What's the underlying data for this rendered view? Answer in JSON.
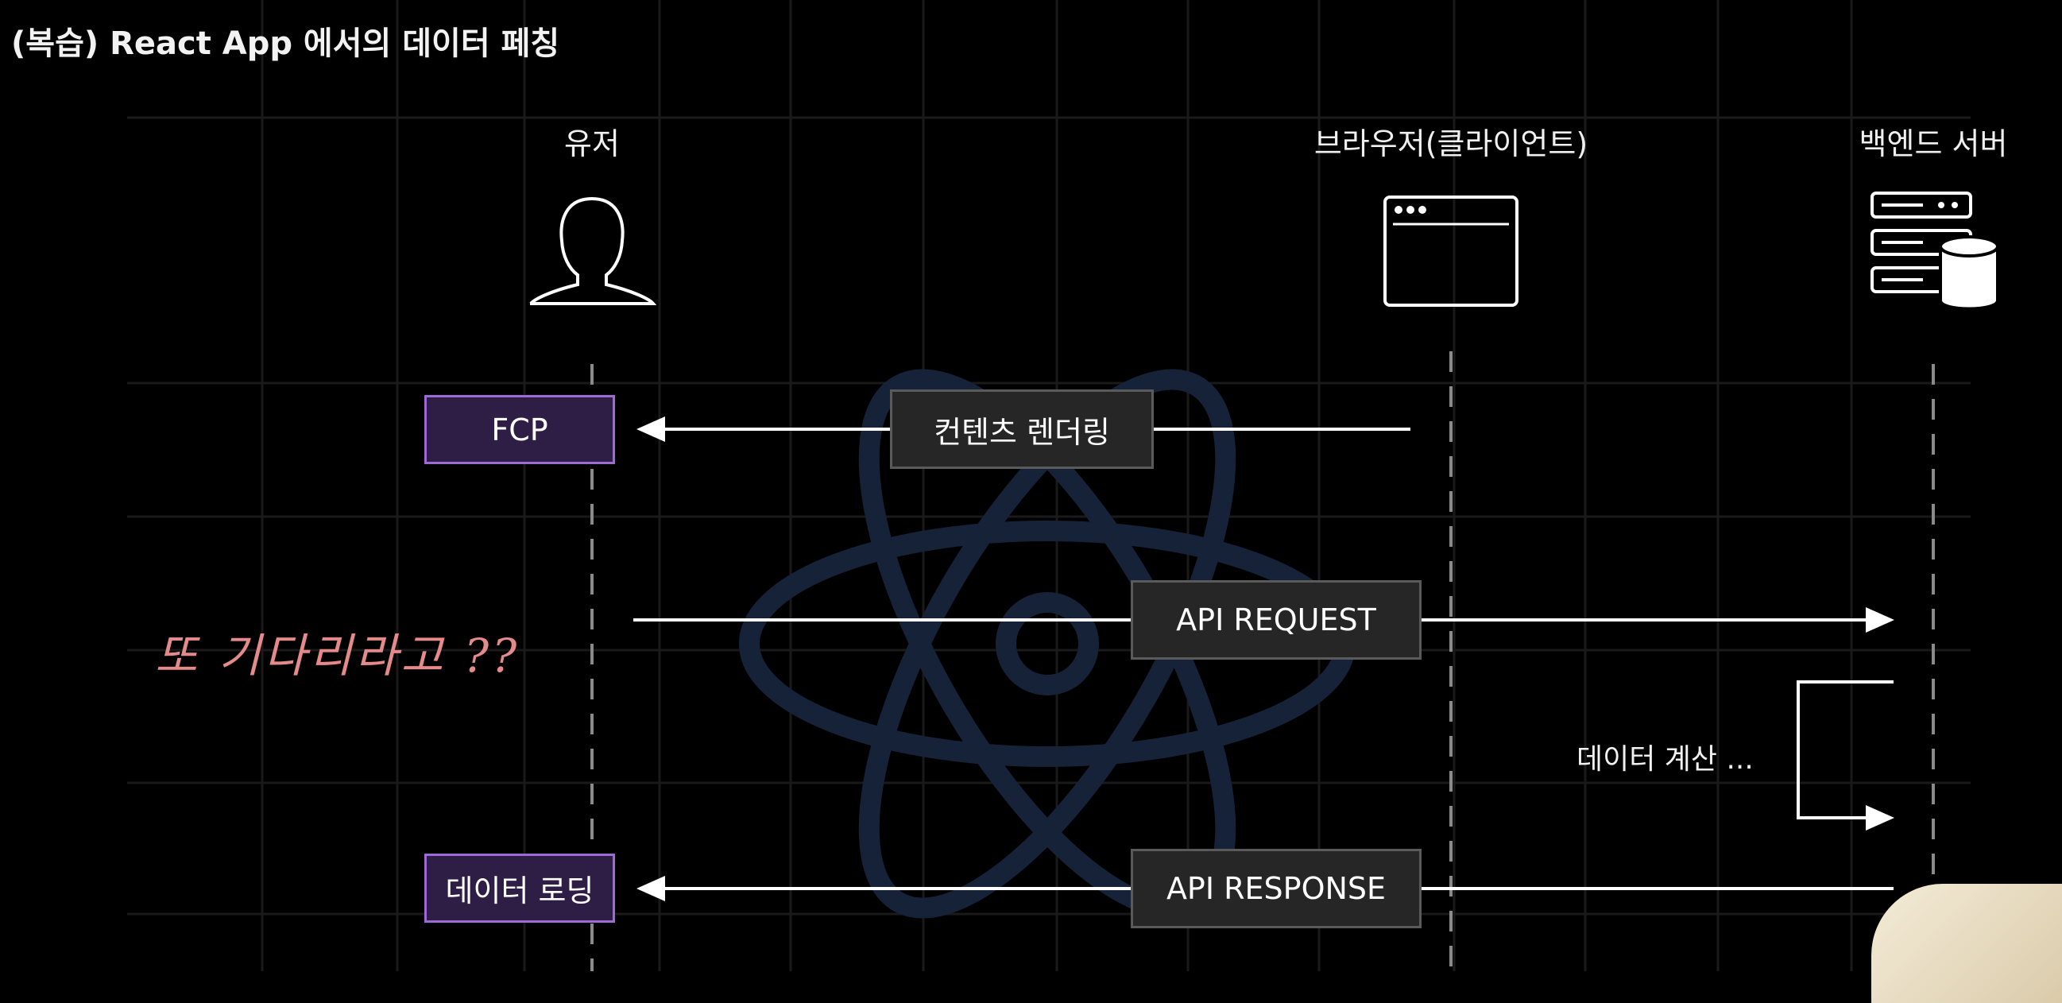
{
  "title": "(복습) React App 에서의 데이터 페칭",
  "lanes": {
    "user": {
      "label": "유저",
      "icon": "user-icon"
    },
    "browser": {
      "label": "브라우저(클라이언트)",
      "icon": "browser-window-icon"
    },
    "server": {
      "label": "백엔드 서버",
      "icon": "server-database-icon"
    }
  },
  "steps": {
    "fcp": "FCP",
    "render": "컨텐츠 렌더링",
    "api_request": "API REQUEST",
    "compute": "데이터 계산 ...",
    "api_response": "API RESPONSE",
    "data_loading": "데이터 로딩"
  },
  "annotation": "또 기다리라고 ??",
  "colors": {
    "background": "#000000",
    "purple_box_fill": "#2e1d44",
    "purple_box_border": "#9d6ad6",
    "gray_box_fill": "#262626",
    "gray_box_border": "#5a5a5a",
    "annotation": "#e58a8a",
    "react_logo": "#162238"
  }
}
